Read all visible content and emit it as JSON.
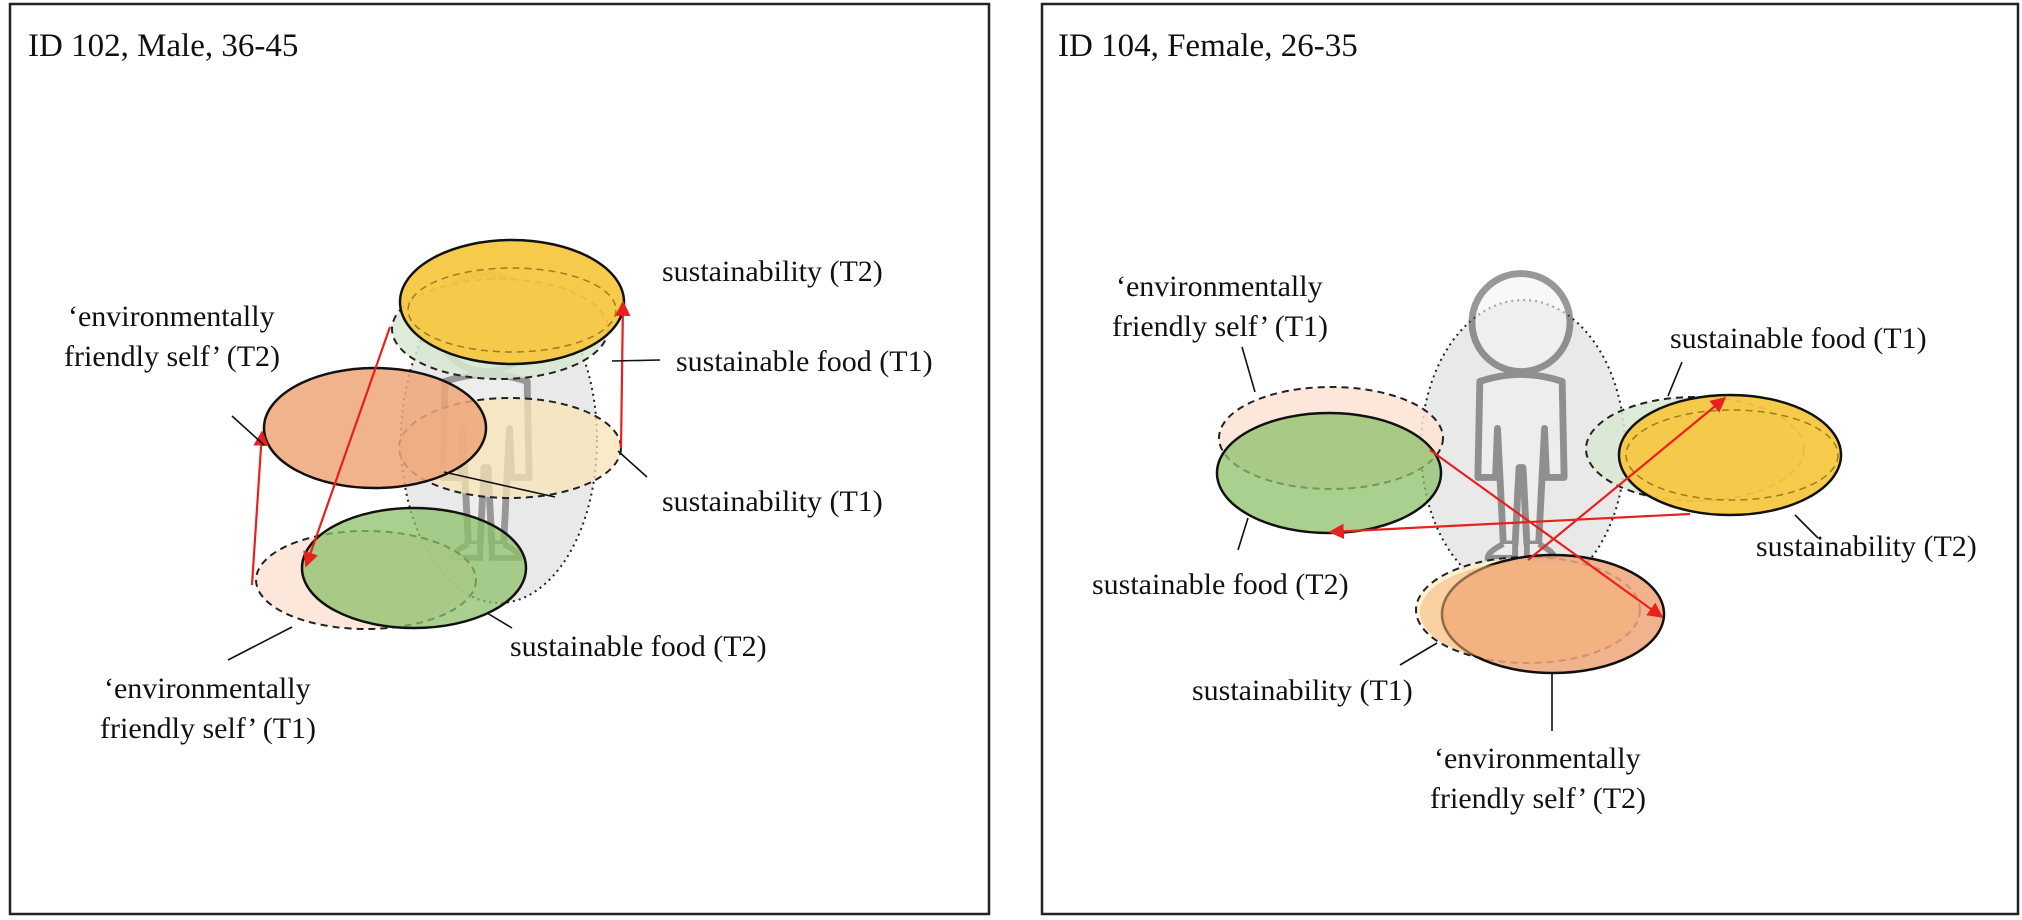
{
  "panels": [
    {
      "title": "ID 102, Male, 36-45",
      "labels": {
        "sus_t2": "sustainability (T2)",
        "food_t1": "sustainable food (T1)",
        "sus_t1": "sustainability (T1)",
        "food_t2": "sustainable food (T2)",
        "self_t2_a": "‘environmentally",
        "self_t2_b": "friendly self’ (T2)",
        "self_t1_a": "‘environmentally",
        "self_t1_b": "friendly self’ (T1)"
      }
    },
    {
      "title": "ID 104, Female, 26-35",
      "labels": {
        "self_t1_a": "‘environmentally",
        "self_t1_b": "friendly self’ (T1)",
        "food_t1": "sustainable food (T1)",
        "sus_t2": "sustainability (T2)",
        "food_t2": "sustainable food (T2)",
        "sus_t1": "sustainability (T1)",
        "self_t2_a": "‘environmentally",
        "self_t2_b": "friendly self’ (T2)"
      }
    }
  ],
  "colors": {
    "sustainability_t2": "#F5C842",
    "sustainability_t1": "#F7E3B5",
    "sustainable_food_t1": "#D9E8D2",
    "sustainable_food_t2": "#8CC06A",
    "self_t2": "#EFA57A",
    "self_t1": "#FBE3D4",
    "arrow": "#E8201E",
    "person_halo": "#E2E2E2"
  }
}
